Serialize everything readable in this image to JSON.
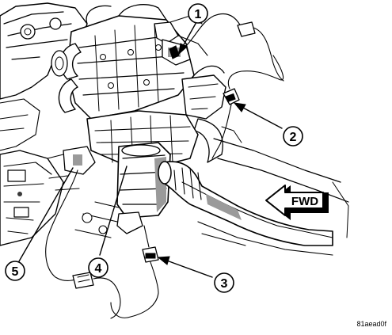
{
  "callouts": [
    {
      "label": "1"
    },
    {
      "label": "2"
    },
    {
      "label": "3"
    },
    {
      "label": "4"
    },
    {
      "label": "5"
    }
  ],
  "fwd_arrow": {
    "label": "FWD"
  },
  "figure_code": "81aead0f",
  "colors": {
    "ink": "#000000",
    "background": "#ffffff",
    "shading": "#9a9a9a"
  }
}
